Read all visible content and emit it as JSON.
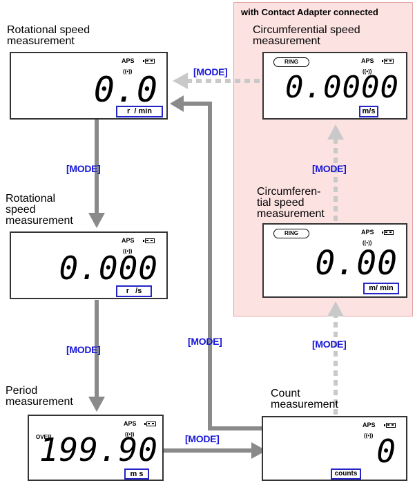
{
  "adapter_panel": {
    "title": "with Contact Adapter connected"
  },
  "labels": {
    "rot_min": [
      "Rotational speed",
      "measurement"
    ],
    "rot_s": [
      "Rotational",
      "speed",
      "measurement"
    ],
    "period": [
      "Period",
      "measurement"
    ],
    "circ_s": [
      "Circumferential speed",
      "measurement"
    ],
    "circ_min": [
      "Circumferen-",
      "tial speed",
      "measurement"
    ],
    "count": [
      "Count",
      "measurement"
    ]
  },
  "mode_label": "[MODE]",
  "display_common": {
    "aps": "APS",
    "signal": "((•))",
    "over": "OVER",
    "ring": "RING"
  },
  "displays": {
    "rot_min": {
      "value": "0.0",
      "unit": "r  / min"
    },
    "rot_s": {
      "value": "0.000",
      "unit": "r   /s"
    },
    "period": {
      "value": "199.90",
      "unit": "m s"
    },
    "circ_s": {
      "value": "0.0000",
      "unit": "m/s"
    },
    "circ_min": {
      "value": "0.00",
      "unit": "m/ min"
    },
    "count": {
      "value": "0",
      "unit": "counts"
    }
  },
  "colors": {
    "solid_arrow": "#8a8a8a",
    "dashed_arrow": "#c9c9c9",
    "mode_text": "#1515d6",
    "panel_bg": "#fde2e2",
    "unit_border": "#2424c7"
  }
}
